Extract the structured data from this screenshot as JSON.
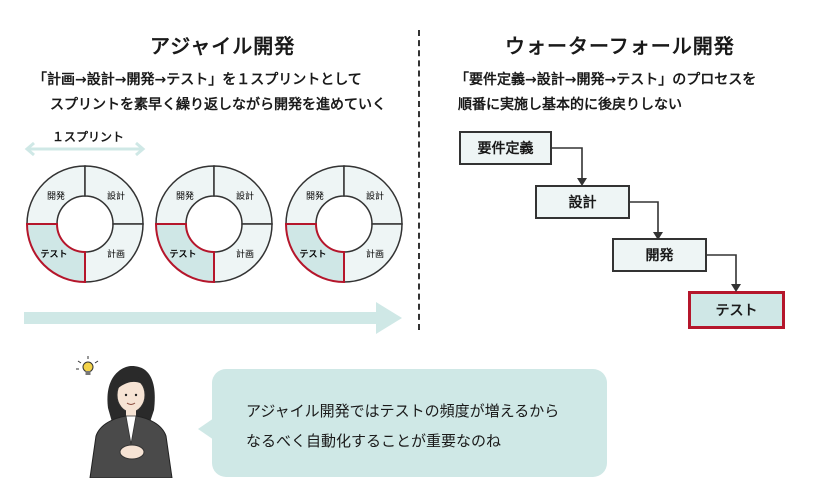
{
  "agile": {
    "title": "アジャイル開発",
    "desc_line1": "「計画→設計→開発→テスト」を１スプリントとして",
    "desc_line2": "スプリントを素早く繰り返しながら開発を進めていく",
    "sprint_label": "１スプリント",
    "cycle_labels": {
      "dev": "開発",
      "design": "設計",
      "test": "テスト",
      "plan": "計画"
    }
  },
  "waterfall": {
    "title": "ウォーターフォール開発",
    "desc_line1": "「要件定義→設計→開発→テスト」のプロセスを",
    "desc_line2": "順番に実施し基本的に後戻りしない",
    "steps": [
      "要件定義",
      "設計",
      "開発",
      "テスト"
    ]
  },
  "speech": {
    "line1": "アジャイル開発ではテストの頻度が増えるから",
    "line2": "なるべく自動化することが重要なのね"
  },
  "colors": {
    "accent_red": "#b5162b",
    "teal_light": "#cfe7e6",
    "teal_pale": "#eef5f5",
    "arrow_teal": "#cfe8e6"
  }
}
